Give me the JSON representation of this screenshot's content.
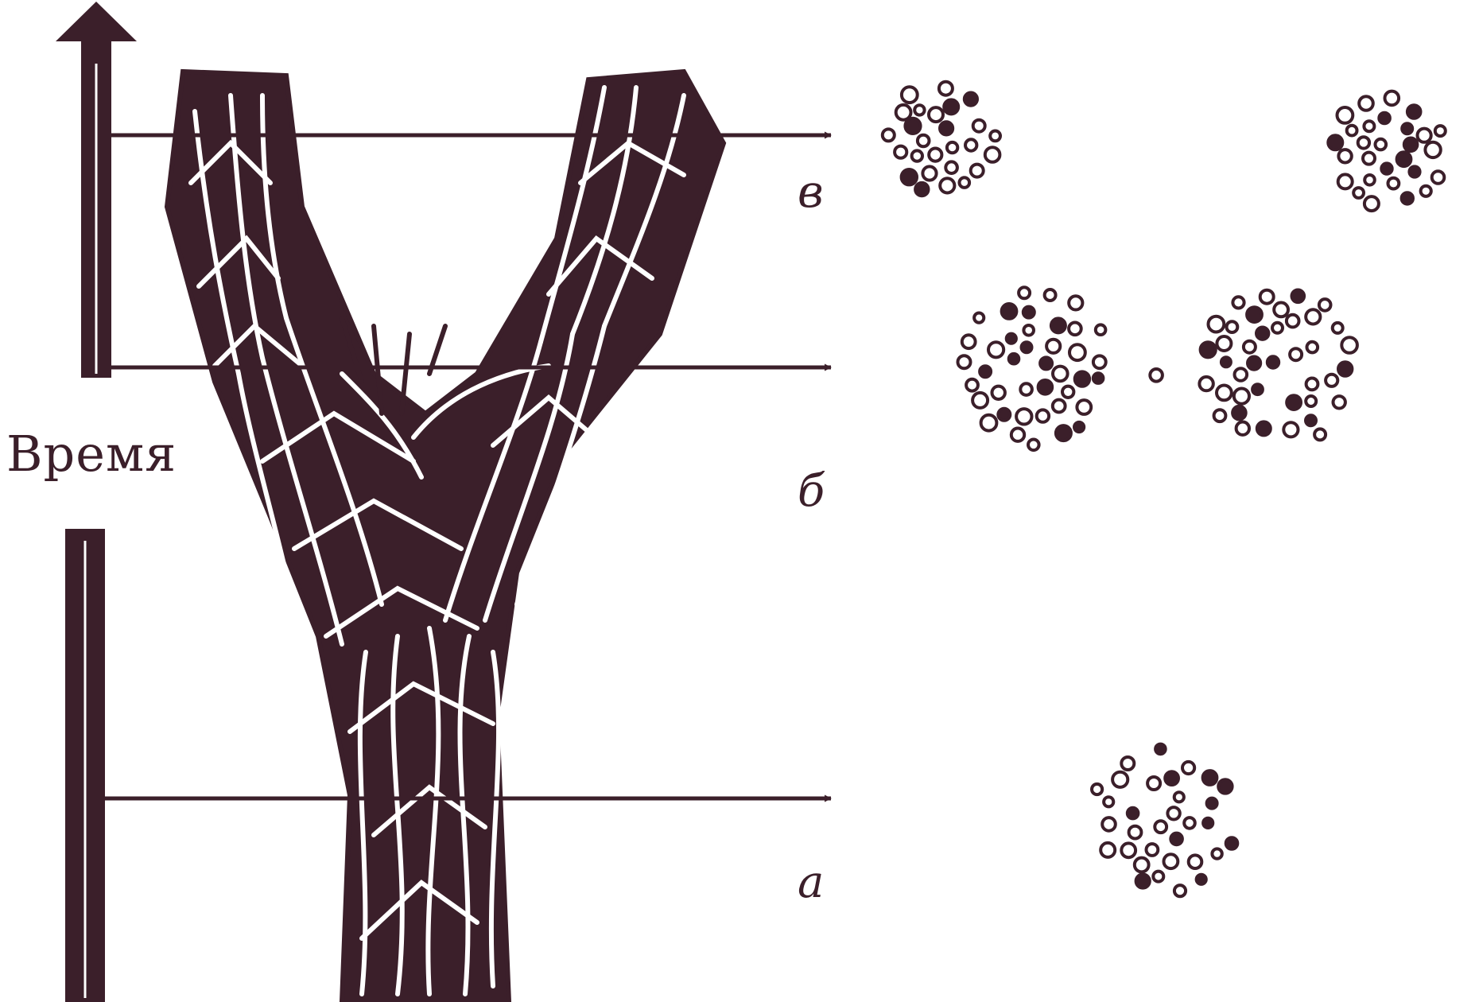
{
  "time_axis": {
    "label": "Время"
  },
  "sections": [
    {
      "id": "a",
      "label": "а"
    },
    {
      "id": "b",
      "label": "б"
    },
    {
      "id": "v",
      "label": "в"
    }
  ],
  "colors": {
    "ink": "#3b1f2a",
    "background": "#ffffff"
  }
}
